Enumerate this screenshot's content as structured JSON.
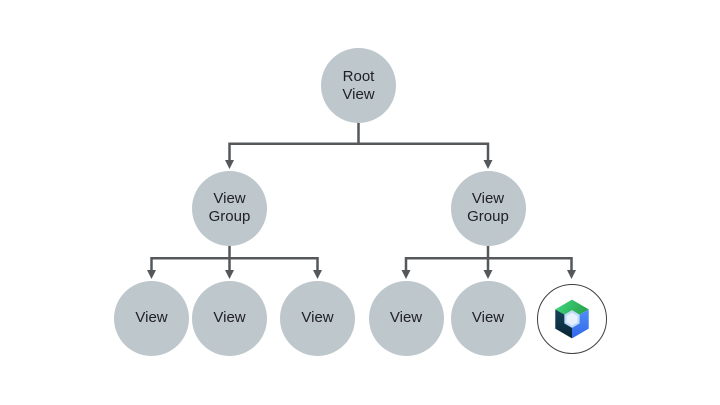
{
  "diagram": {
    "type": "tree",
    "nodes": [
      {
        "id": "root",
        "label": "Root View"
      },
      {
        "id": "vg1",
        "label": "View Group"
      },
      {
        "id": "vg2",
        "label": "View Group"
      },
      {
        "id": "v1",
        "label": "View"
      },
      {
        "id": "v2",
        "label": "View"
      },
      {
        "id": "v3",
        "label": "View"
      },
      {
        "id": "v4",
        "label": "View"
      },
      {
        "id": "v5",
        "label": "View"
      },
      {
        "id": "compose",
        "label": "",
        "icon": "jetpack-compose-logo"
      }
    ],
    "edges": [
      [
        "root",
        "vg1"
      ],
      [
        "root",
        "vg2"
      ],
      [
        "vg1",
        "v1"
      ],
      [
        "vg1",
        "v2"
      ],
      [
        "vg1",
        "v3"
      ],
      [
        "vg2",
        "v4"
      ],
      [
        "vg2",
        "v5"
      ],
      [
        "vg2",
        "compose"
      ]
    ]
  },
  "colors": {
    "background": "#FFFFFF",
    "node_fill": "#BDC7CC",
    "node_label": "#202124",
    "connector": "#54585B",
    "logo_circle_fill": "#FFFFFF",
    "logo_circle_border": "#3C4043",
    "logo_green_light": "#3EDB83",
    "logo_green_dark": "#2BA24D",
    "logo_navy_light": "#15425C",
    "logo_navy_dark": "#082534",
    "logo_blue_light": "#4F8EF7",
    "logo_blue_dark": "#3268EA",
    "logo_hex_ring": "#BEDCF9",
    "logo_hex_core": "#E7F1FD"
  }
}
